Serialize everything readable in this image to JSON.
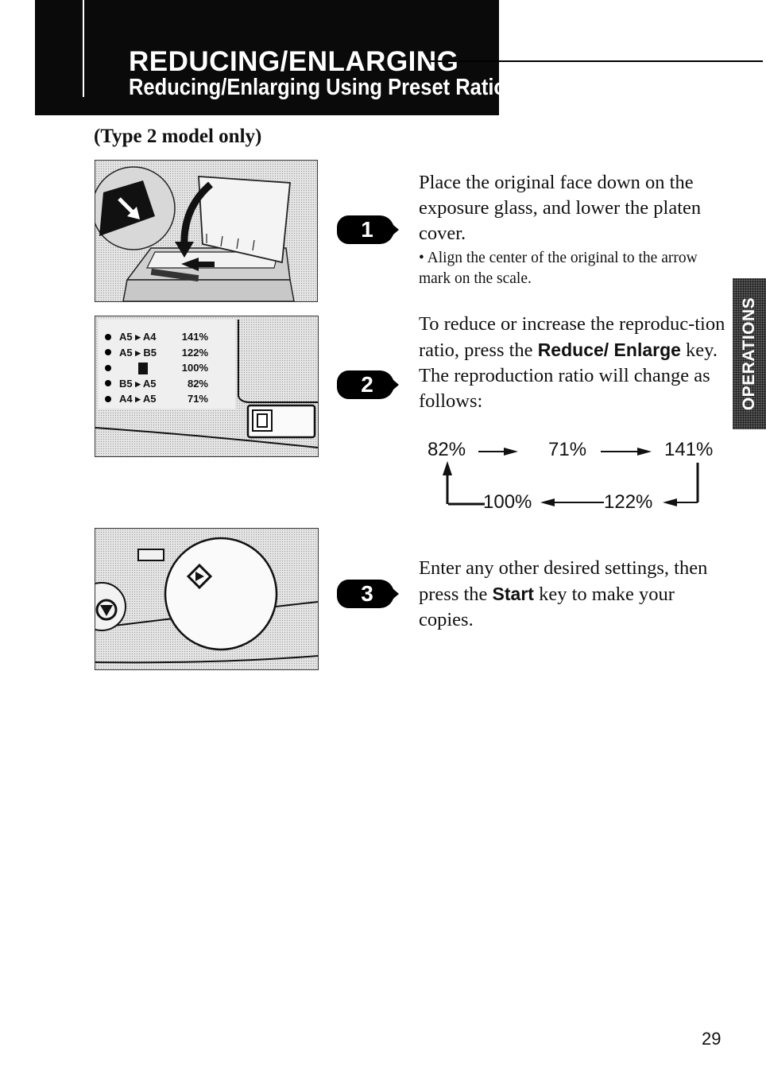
{
  "header": {
    "title": "REDUCING/ENLARGING",
    "subtitle": "Reducing/Enlarging Using Preset Ratios"
  },
  "type_note": "(Type 2 model only)",
  "panel": {
    "rows": [
      {
        "label": "A5 ▸ A4",
        "percent": "141%"
      },
      {
        "label": "A5 ▸ B5",
        "percent": "122%"
      },
      {
        "label": "",
        "percent": "100%"
      },
      {
        "label": "B5 ▸ A5",
        "percent": "82%"
      },
      {
        "label": "A4 ▸ A5",
        "percent": "71%"
      }
    ]
  },
  "steps": [
    {
      "number": "1",
      "text": "Place the original face down on the exposure glass, and lower the platen cover.",
      "note": "• Align the center of the original to the arrow mark on the scale."
    },
    {
      "number": "2",
      "text_before": "To reduce or increase the reproduc-tion ratio, press the",
      "key": "Reduce/ Enlarge",
      "text_after": "key. The reproduction ratio will change as follows:"
    },
    {
      "number": "3",
      "text_before": "Enter any other desired settings, then press the",
      "key": "Start",
      "text_after": "key to make your copies."
    }
  ],
  "ratio_cycle": [
    "82%",
    "71%",
    "141%",
    "122%",
    "100%"
  ],
  "side_tab": "OPERATIONS",
  "page_number": "29",
  "icons": [
    "arrow-down-right-icon",
    "start-diamond-icon",
    "stop-icon",
    "original-size-icon"
  ]
}
